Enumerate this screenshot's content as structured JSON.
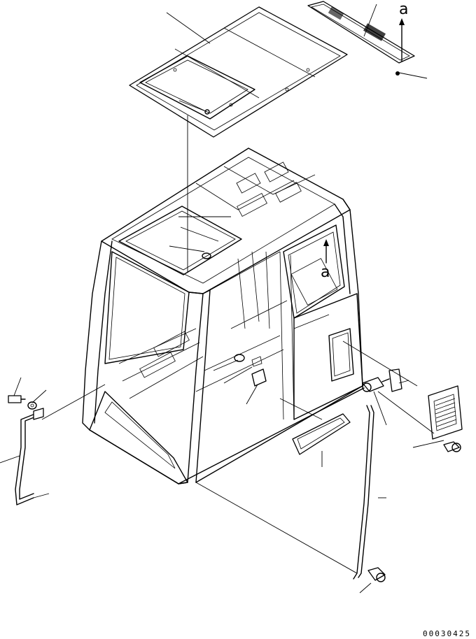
{
  "diagram": {
    "ref_letter_top": "a",
    "ref_letter_door": "a",
    "drawing_code": "00030425"
  }
}
